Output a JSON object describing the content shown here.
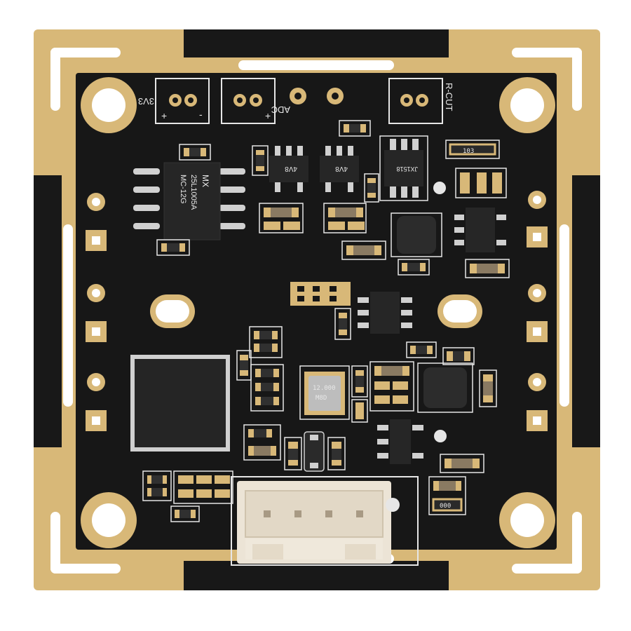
{
  "colors": {
    "background": "#ffffff",
    "board": "#171717",
    "gold": "#d8b878",
    "gold_dark": "#b8955a",
    "silk": "#e6e6e6",
    "component": "#2a2a2a",
    "connector": "#ece4d6"
  },
  "board": {
    "silkscreen": {
      "label_3v3": "3V3",
      "plus_left": "+",
      "minus_left": "-",
      "label_adc": "ADC",
      "plus_mid": "+",
      "label_rcut": "R-CUT"
    },
    "chips": {
      "flash_line1": "MX",
      "flash_line2": "25L1005A",
      "flash_line3": "MC-12G",
      "sot_a": "4V8",
      "sot_b": "4V8",
      "sot_c": "JX1518",
      "resistor_top": "103",
      "crystal_line1": "12.000",
      "crystal_line2": "M8D",
      "resistor_small": "000"
    },
    "icons": {
      "mounting_hole": "mounting-hole-icon",
      "connector": "connector-icon",
      "qfn_chip": "qfn-chip-icon",
      "inductor": "inductor-icon",
      "crystal": "crystal-icon"
    }
  }
}
